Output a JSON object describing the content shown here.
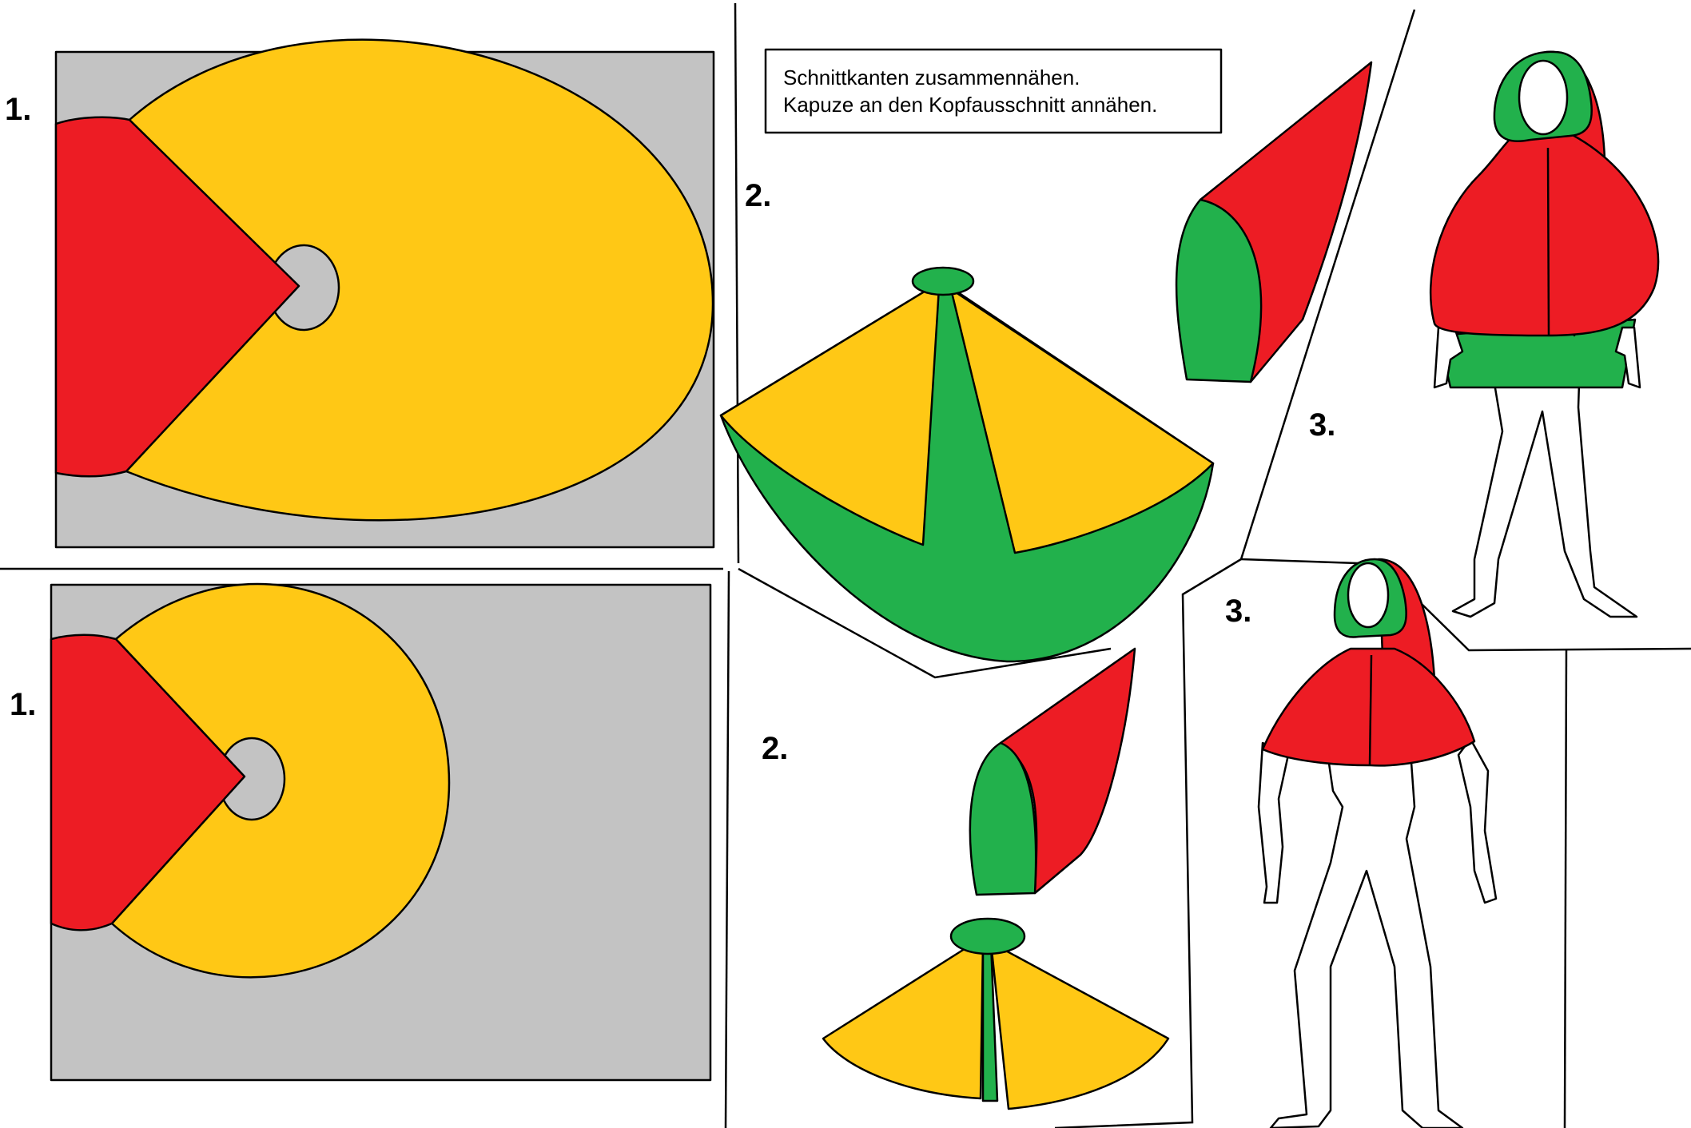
{
  "note": {
    "line1": "Schnittkanten zusammennähen.",
    "line2": "Kapuze an den Kopfausschnitt annähen."
  },
  "steps": {
    "top_1": "1.",
    "top_2": "2.",
    "top_3": "3.",
    "bottom_1": "1.",
    "bottom_2": "2.",
    "bottom_3": "3."
  },
  "colors": {
    "fabric_background": "#c3c3c3",
    "cape": "#ffc815",
    "hood": "#ed1c24",
    "lining": "#22b14c",
    "outline": "#000000"
  }
}
